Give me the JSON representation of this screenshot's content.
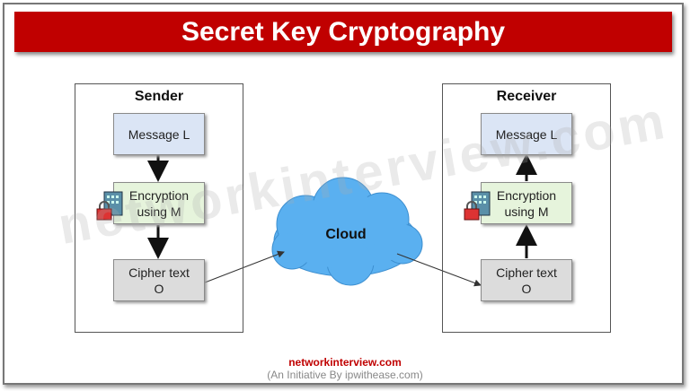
{
  "title": "Secret Key Cryptography",
  "watermark": "networkinterview.com",
  "sender": {
    "title": "Sender",
    "message": "Message L",
    "encryption_line1": "Encryption",
    "encryption_line2": "using M",
    "cipher_line1": "Cipher text",
    "cipher_line2": "O"
  },
  "receiver": {
    "title": "Receiver",
    "message": "Message L",
    "encryption_line1": "Encryption",
    "encryption_line2": "using M",
    "cipher_line1": "Cipher text",
    "cipher_line2": "O"
  },
  "cloud": "Cloud",
  "footer": {
    "site": "networkinterview.com",
    "initiative": "(An Initiative By ipwithease.com)"
  },
  "colors": {
    "title_bg": "#c00000",
    "cloud": "#5ab0f0"
  }
}
